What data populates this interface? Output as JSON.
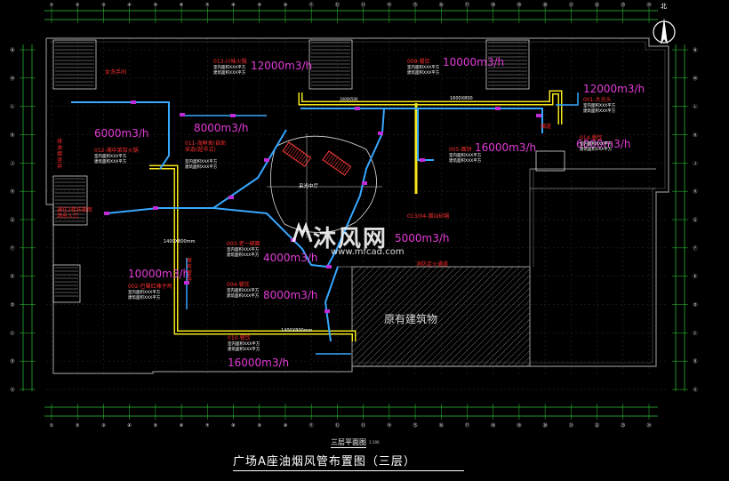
{
  "title": "广场A座油烟风管布置图（三层）",
  "subtitle": "三层平面图",
  "scale_note": "1:100",
  "existing_building": "原有建筑物",
  "north": "北",
  "watermark": {
    "brand": "沐风网",
    "url": "www.mfcad.com"
  },
  "duct_sizes": {
    "top": "1600X800",
    "left_vertical": "1400X800mm",
    "bottom": "1400X800mm",
    "top_left_tiny": "1000X500"
  },
  "airflow": {
    "r1": "12000m3/h",
    "r2": "10000m3/h",
    "r3": "12000m3/h",
    "r4": "6000m3/h",
    "r5": "8000m3/h",
    "r6": "16000m3/h",
    "r7": "6000m3/h",
    "r8": "5000m3/h",
    "r9": "4000m3/h",
    "r10": "10000m3/h",
    "r11": "8000m3/h",
    "r12": "16000m3/h"
  },
  "rooms": {
    "women_wc": "女洗手间",
    "r1": "013-川味火锅",
    "r2": "009-餐饮",
    "r3": "001-大光头",
    "r4": "012-湘中菜馆火锅",
    "r5": "011-海鲜舍(自助采选(超市式)",
    "r6": "014-餐饮",
    "r7": "005-面饼",
    "r8": "013/04-潮汕砂锅",
    "r9": "003-老一碗面",
    "r10": "002-巴蜀红辣子鸡",
    "r11": "004-餐饮",
    "r12": "010-餐饮",
    "stair_note": "通往2楼扶梯商场出入口",
    "shaft_note": "排油烟竖井",
    "side_note1": "原有管井",
    "side_note2": "烟道",
    "atrium": "采光中厅",
    "corridor": "消防走火通道"
  },
  "areas": {
    "r1": "室内面积XXX平方\n建筑面积XXX平方",
    "r2": "室内面积XXX平方\n建筑面积XXX平方",
    "r3": "室内面积XXX平方\n建筑面积XXX平方",
    "r4": "室内面积XXX平方\n建筑面积XXX平方",
    "r5": "室内面积XXX平方\n建筑面积XXX平方",
    "r6": "室内面积XXX平方\n建筑面积XXX平方",
    "r7": "室内面积XXX平方\n建筑面积XXX平方",
    "r9": "室内面积XXX平方\n建筑面积XXX平方",
    "r10": "室内面积XXX平方\n建筑面积XXX平方",
    "r11": "室内面积XXX平方\n建筑面积XXX平方",
    "r12": "室内面积XXX平方\n建筑面积XXX平方"
  },
  "grid_top": [
    "①",
    "②",
    "③",
    "④",
    "⑤",
    "⑥",
    "⑦",
    "⑧",
    "⑨",
    "⑩",
    "⑪",
    "⑫",
    "⑬",
    "⑭",
    "⑮",
    "⑯",
    "⑰",
    "⑱",
    "⑲",
    "⑳",
    "㉑",
    "㉒",
    "㉓",
    "㉔"
  ],
  "grid_left": [
    "Ⓝ",
    "Ⓜ",
    "Ⓛ",
    "Ⓚ",
    "Ⓙ",
    "Ⓗ",
    "Ⓖ",
    "Ⓕ",
    "Ⓔ",
    "Ⓓ",
    "Ⓒ",
    "Ⓑ",
    "Ⓐ"
  ],
  "colors": {
    "duct": "#f5e51c",
    "duct_inner": "#ffffff",
    "branch": "#37a7ff",
    "branch_mark": "#c02bd8",
    "wall": "#8a8a8a",
    "axis": "#2fc93a",
    "hatch": "#9a9a9a",
    "stair": "#cfcfcf"
  }
}
